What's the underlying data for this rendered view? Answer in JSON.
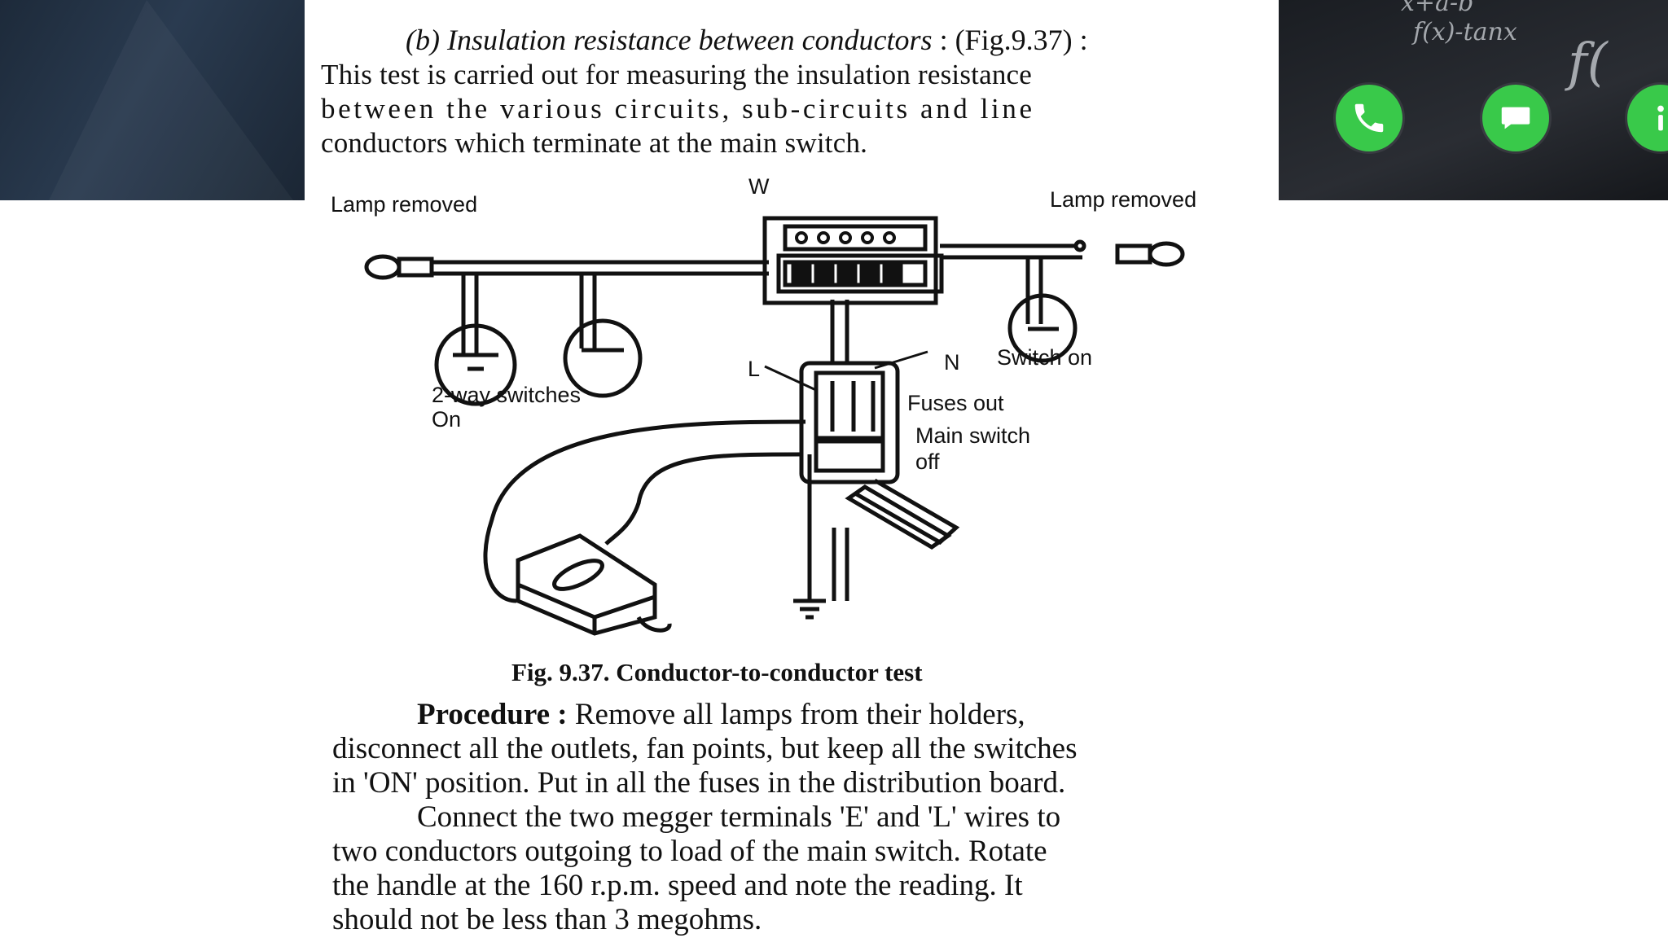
{
  "background": {
    "chalk_lines": [
      "x+a-b",
      "f(x)-tanx",
      "f("
    ],
    "buttons": [
      {
        "name": "phone",
        "color": "#39c94a"
      },
      {
        "name": "chat",
        "color": "#39c94a"
      },
      {
        "name": "info",
        "color": "#39c94a"
      }
    ]
  },
  "doc": {
    "heading_lead": "(b)",
    "heading_title": "Insulation resistance between conductors",
    "heading_ref": ": (Fig.9.37) :",
    "intro": [
      "This test is carried out for measuring the insulation resistance",
      "between the various circuits, sub-circuits and line",
      "conductors which terminate at the main switch."
    ],
    "figure": {
      "labels": {
        "lamp_removed_left": "Lamp removed",
        "lamp_removed_right": "Lamp removed",
        "w": "W",
        "l": "L",
        "n": "N",
        "switch_on": "Switch on",
        "two_way_1": "2-way switches",
        "two_way_2": "On",
        "fuses_out": "Fuses out",
        "main_switch_1": "Main switch",
        "main_switch_2": "off"
      },
      "caption": "Fig. 9.37. Conductor-to-conductor test"
    },
    "procedure": {
      "label": "Procedure :",
      "line1": "Remove all lamps from their holders,",
      "line2": "disconnect all the outlets, fan points, but keep all the switches",
      "line3": "in 'ON' position. Put in all the fuses in the distribution board.",
      "line4": "Connect the two megger terminals 'E' and 'L' wires to",
      "line5": "two conductors outgoing to load of the main switch. Rotate",
      "line6": "the handle at the 160 r.p.m. speed and note the reading. It",
      "line7": "should not be less than 3 megohms."
    }
  }
}
